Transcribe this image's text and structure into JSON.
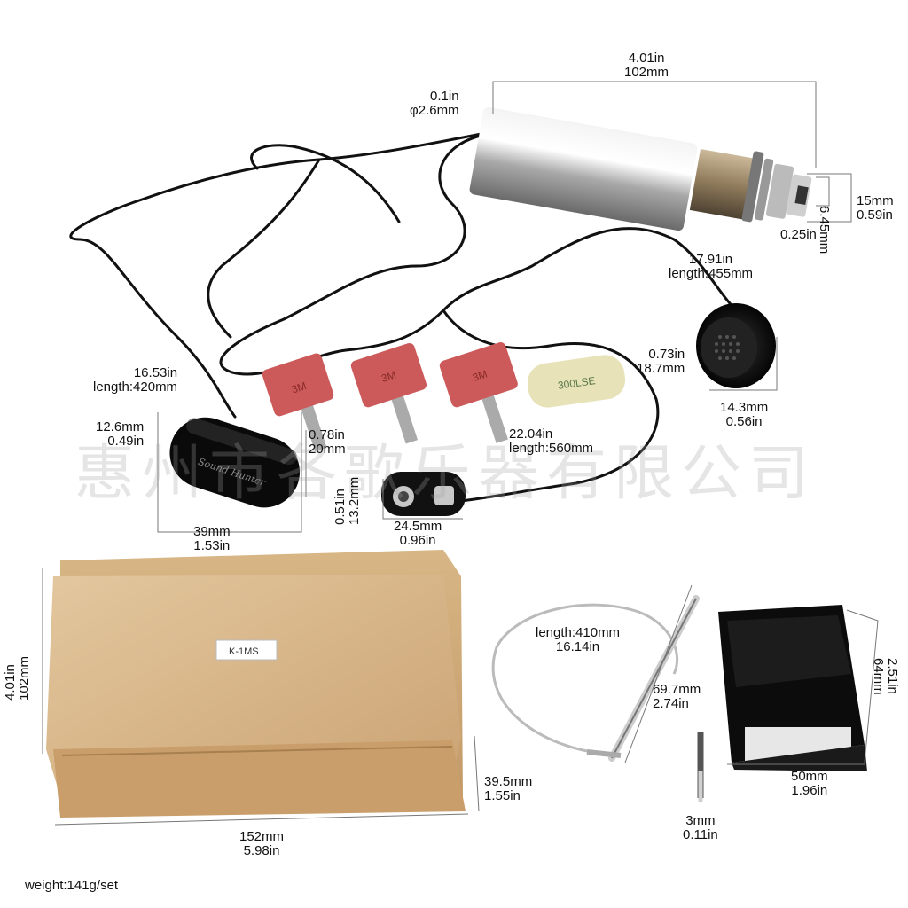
{
  "watermark": "惠州市各歌乐器有限公司",
  "weight": "weight:141g/set",
  "box_label": "K-1MS",
  "jack": {
    "length_in": "4.01in",
    "length_mm": "102mm",
    "wire_in": "0.1in",
    "wire_mm": "φ2.6mm",
    "tip_mm": "6.45mm",
    "tip_in": "0.25in",
    "dia_mm": "15mm",
    "dia_in": "0.59in"
  },
  "mic": {
    "cable_in": "17.91in",
    "cable_mm": "length:455mm",
    "dia_in": "0.73in",
    "dia_mm": "18.7mm",
    "depth_mm": "14.3mm",
    "depth_in": "0.56in"
  },
  "preamp": {
    "cable_in": "16.53in",
    "cable_mm": "length:420mm",
    "height_mm": "12.6mm",
    "height_in": "0.49in",
    "width_mm": "39mm",
    "width_in": "1.53in",
    "depth_in": "0.78in",
    "depth_mm": "20mm"
  },
  "battery": {
    "cable_in": "22.04in",
    "cable_mm": "length:560mm",
    "height_in": "0.51in",
    "height_mm": "13.2mm",
    "width_mm": "24.5mm",
    "width_in": "0.96in"
  },
  "tape_text": [
    "3M",
    "3M",
    "3M",
    "300LSE"
  ],
  "box": {
    "height_in": "4.01in",
    "height_mm": "102mm",
    "width_mm": "152mm",
    "width_in": "5.98in",
    "depth_mm": "39.5mm",
    "depth_in": "1.55in"
  },
  "piezo": {
    "cable_mm": "length:410mm",
    "cable_in": "16.14in",
    "bar_mm": "69.7mm",
    "bar_in": "2.74in",
    "plug_mm": "3mm",
    "plug_in": "0.11in"
  },
  "pouch": {
    "height_in": "2.51in",
    "height_mm": "64mm",
    "width_mm": "50mm",
    "width_in": "1.96in"
  }
}
